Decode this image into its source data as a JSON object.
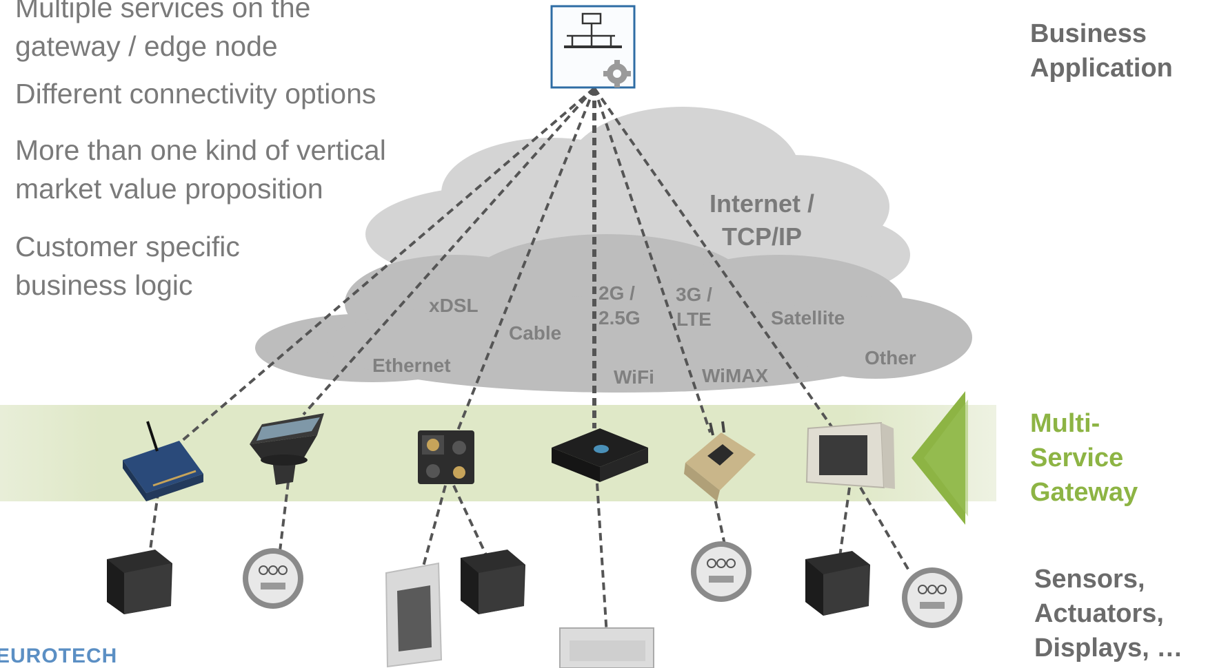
{
  "bullets": [
    "Multiple services on the\ngateway / edge node",
    "Different connectivity options",
    "More than one kind of vertical\nmarket value proposition",
    "Customer specific\nbusiness logic"
  ],
  "business_application": "Business\nApplication",
  "internet_label": "Internet /\nTCP/IP",
  "connectivity": {
    "xdsl": "xDSL",
    "cable": "Cable",
    "ethernet": "Ethernet",
    "g2": "2G /\n2.5G",
    "g3": "3G /\nLTE",
    "satellite": "Satellite",
    "other": "Other",
    "wifi": "WiFi",
    "wimax": "WiMAX"
  },
  "gateway_label": "Multi-\nService\nGateway",
  "devices_label": "Sensors,\nActuators,\nDisplays, …",
  "logo_text": "EUROTECH",
  "colors": {
    "accent_green": "#8db444",
    "band_green": "#dfe8c7",
    "cloud_light": "#d4d4d4",
    "cloud_dark": "#bdbdbd",
    "label_dark": "#6b6b6b"
  }
}
